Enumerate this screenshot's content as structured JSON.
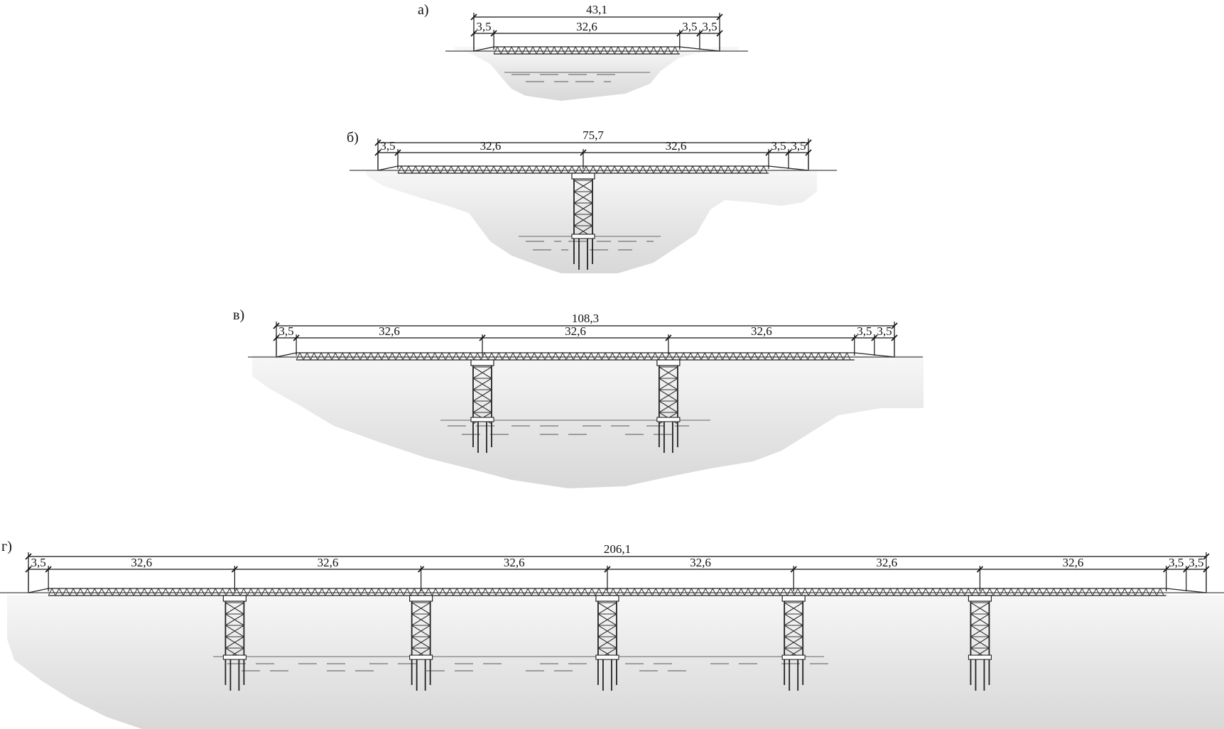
{
  "panels": [
    {
      "label": "а)",
      "total": "43,1",
      "segments": [
        "3,5",
        "32,6",
        "3,5",
        "3,5"
      ],
      "piers": 0
    },
    {
      "label": "б)",
      "total": "75,7",
      "segments": [
        "3,5",
        "32,6",
        "32,6",
        "3,5",
        "3,5"
      ],
      "piers": 1
    },
    {
      "label": "в)",
      "total": "108,3",
      "segments": [
        "3,5",
        "32,6",
        "32,6",
        "32,6",
        "3,5",
        "3,5"
      ],
      "piers": 2
    },
    {
      "label": "г)",
      "total": "206,1",
      "segments": [
        "3,5",
        "32,6",
        "32,6",
        "32,6",
        "32,6",
        "32,6",
        "32,6",
        "3,5",
        "3,5"
      ],
      "piers": 5
    }
  ],
  "colors": {
    "ground": "#e6e6e6",
    "line": "#222222"
  }
}
